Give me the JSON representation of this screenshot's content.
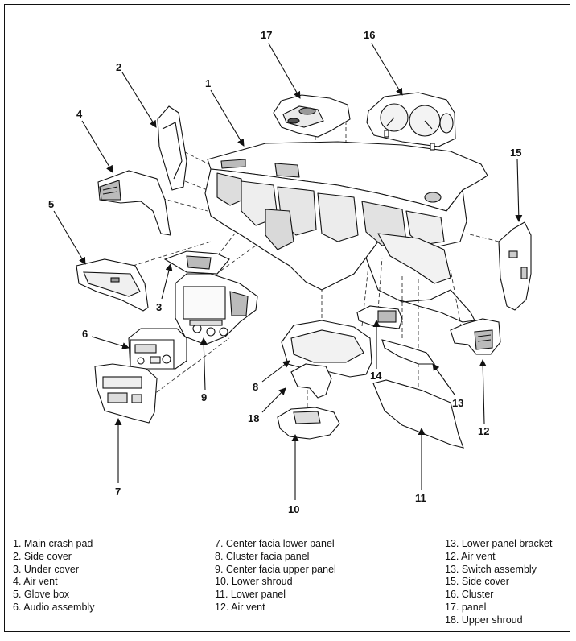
{
  "diagram": {
    "callouts": [
      {
        "id": "c1",
        "text": "1"
      },
      {
        "id": "c2",
        "text": "2"
      },
      {
        "id": "c3",
        "text": "3"
      },
      {
        "id": "c4",
        "text": "4"
      },
      {
        "id": "c5",
        "text": "5"
      },
      {
        "id": "c6",
        "text": "6"
      },
      {
        "id": "c7",
        "text": "7"
      },
      {
        "id": "c8",
        "text": "8"
      },
      {
        "id": "c9",
        "text": "9"
      },
      {
        "id": "c10",
        "text": "10"
      },
      {
        "id": "c11",
        "text": "11"
      },
      {
        "id": "c12",
        "text": "12"
      },
      {
        "id": "c13",
        "text": "13"
      },
      {
        "id": "c14",
        "text": "14"
      },
      {
        "id": "c15",
        "text": "15"
      },
      {
        "id": "c16",
        "text": "16"
      },
      {
        "id": "c17",
        "text": "17"
      },
      {
        "id": "c18",
        "text": "18"
      }
    ]
  },
  "legend": {
    "columns": [
      [
        "1. Main crash pad",
        "2. Side cover",
        "3. Under cover",
        "4. Air vent",
        "5. Glove box",
        "6. Audio assembly"
      ],
      [
        "7. Center facia lower panel",
        "8. Cluster facia panel",
        "9. Center facia upper panel",
        "10. Lower shroud",
        "11. Lower panel",
        "12. Air vent"
      ],
      [
        "13. Lower panel bracket",
        "12. Air vent",
        "13. Switch assembly",
        "15. Side cover",
        "16. Cluster",
        "17. panel",
        "18. Upper shroud"
      ]
    ]
  },
  "colors": {
    "line": "#111111",
    "background": "#ffffff",
    "dash": "#333333"
  }
}
